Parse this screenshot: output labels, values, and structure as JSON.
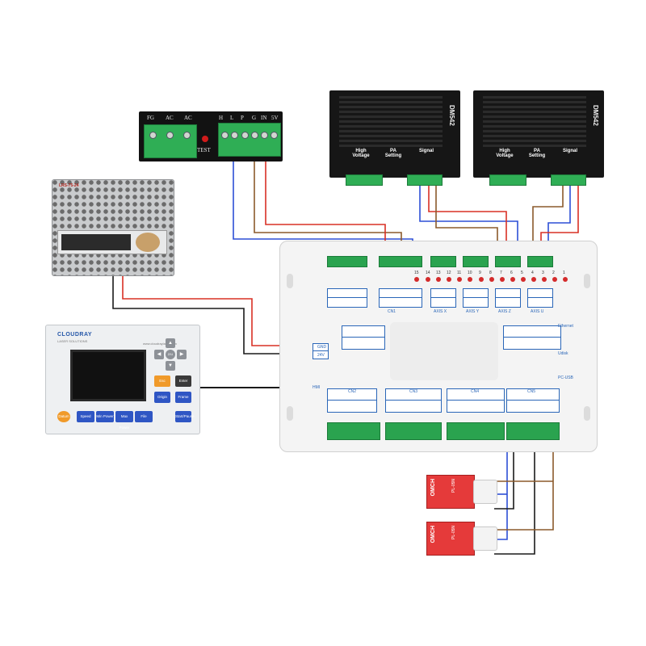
{
  "laser_psu": {
    "left_terminals": [
      "FG",
      "AC",
      "AC"
    ],
    "test_label": "TEST",
    "right_terminals": [
      "H",
      "L",
      "P",
      "G",
      "IN",
      "5V"
    ]
  },
  "drivers": [
    {
      "model": "DM542",
      "sections": [
        "High\nVoltage",
        "PA\nSetting",
        "Signal"
      ]
    },
    {
      "model": "DM542",
      "sections": [
        "High\nVoltage",
        "PA\nSetting",
        "Signal"
      ]
    }
  ],
  "dc_psu": {
    "label": "LRS-75-24"
  },
  "hmi": {
    "brand": "CLOUDRAY",
    "tagline": "LASER SOLUTIONS",
    "url": "www.cloudraylaser.com",
    "buttons": [
      "Esc",
      "Enter",
      "Origin",
      "Frame",
      "Datum",
      "Speed",
      "Min Power",
      "Max Power",
      "File",
      "Start/Pause"
    ],
    "nav_center": "Z/U"
  },
  "controller": {
    "labels": {
      "ethernet": "Ethernet",
      "udisk": "Udisk",
      "pcusb": "PC-USB",
      "hmi": "HMI",
      "pwr_in": [
        "GND",
        "24V"
      ]
    },
    "top_pin_numbers": [
      "15",
      "14",
      "13",
      "12",
      "11",
      "10",
      "9",
      "8",
      "7",
      "6",
      "5",
      "4",
      "3",
      "2",
      "1"
    ],
    "top_groups": [
      "CN1",
      "AXIS X",
      "AXIS Y",
      "AXIS Z",
      "AXIS U"
    ],
    "bottom_groups": [
      "CN2",
      "CN3",
      "CN4",
      "CN5"
    ]
  },
  "limits": [
    {
      "brand": "OMCH",
      "model": "PL-05N"
    },
    {
      "brand": "OMCH",
      "model": "PL-05N"
    }
  ],
  "colors": {
    "wire_red": "#d93025",
    "wire_blue": "#2d4fd6",
    "wire_brown": "#8b5a2b",
    "wire_black": "#1a1a1a"
  }
}
